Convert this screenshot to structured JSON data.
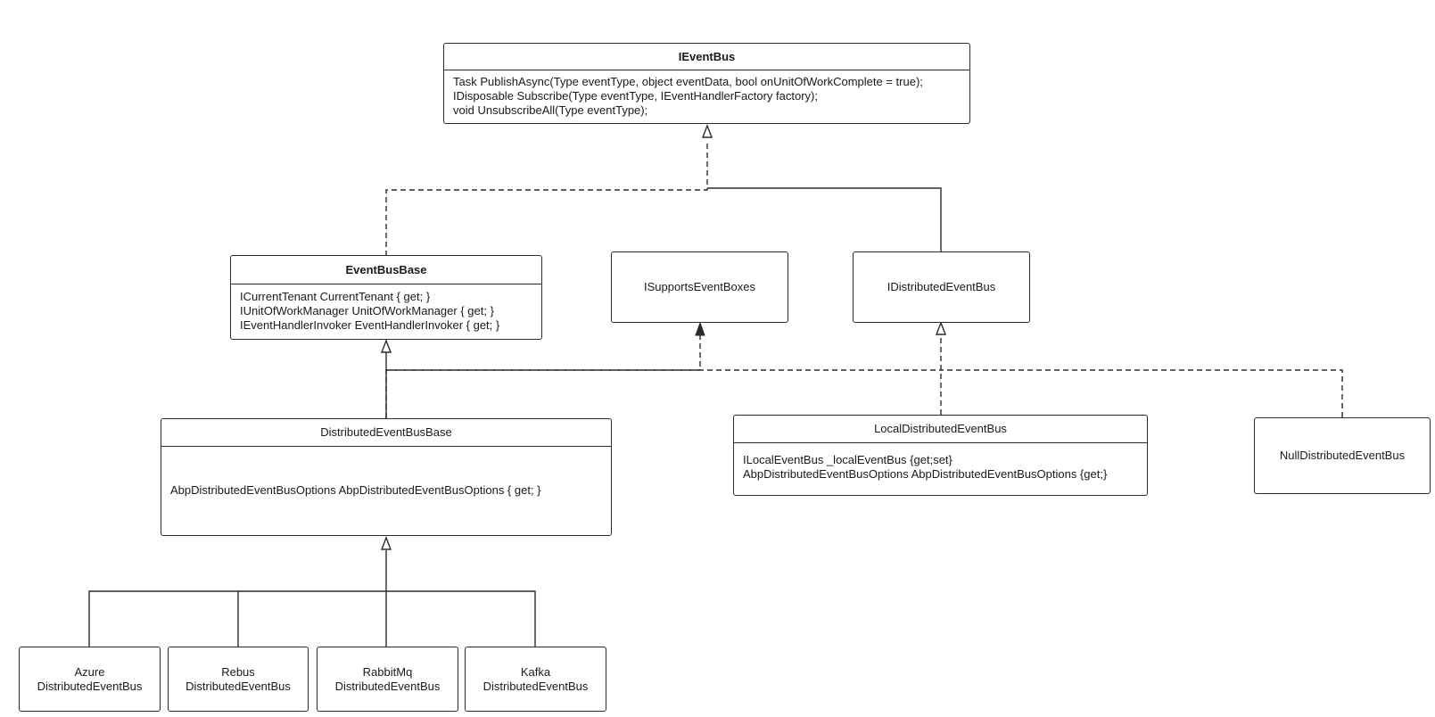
{
  "classes": {
    "ieventbus": {
      "name": "IEventBus",
      "members": [
        "Task PublishAsync(Type eventType, object eventData, bool onUnitOfWorkComplete = true);",
        "IDisposable Subscribe(Type eventType, IEventHandlerFactory factory);",
        "void UnsubscribeAll(Type eventType);"
      ]
    },
    "eventbusbase": {
      "name": "EventBusBase",
      "members": [
        "ICurrentTenant CurrentTenant { get; }",
        "IUnitOfWorkManager UnitOfWorkManager { get; }",
        "IEventHandlerInvoker EventHandlerInvoker { get; }"
      ]
    },
    "isupportseventboxes": {
      "name": "ISupportsEventBoxes"
    },
    "idistributedeventbus": {
      "name": "IDistributedEventBus"
    },
    "distributedeventbusbase": {
      "name": "DistributedEventBusBase",
      "members": [
        "AbpDistributedEventBusOptions AbpDistributedEventBusOptions { get; }"
      ]
    },
    "localdistributedeventbus": {
      "name": "LocalDistributedEventBus",
      "members": [
        "ILocalEventBus _localEventBus {get;set}",
        "AbpDistributedEventBusOptions AbpDistributedEventBusOptions {get;}"
      ]
    },
    "nulldistributedeventbus": {
      "name": "NullDistributedEventBus"
    },
    "azure": {
      "name_lines": [
        "Azure",
        "DistributedEventBus"
      ]
    },
    "rebus": {
      "name_lines": [
        "Rebus",
        "DistributedEventBus"
      ]
    },
    "rabbitmq": {
      "name_lines": [
        "RabbitMq",
        "DistributedEventBus"
      ]
    },
    "kafka": {
      "name_lines": [
        "Kafka",
        "DistributedEventBus"
      ]
    }
  },
  "colors": {
    "stroke": "#2b2b2b",
    "text": "#1a1a1a",
    "background": "#ffffff"
  }
}
